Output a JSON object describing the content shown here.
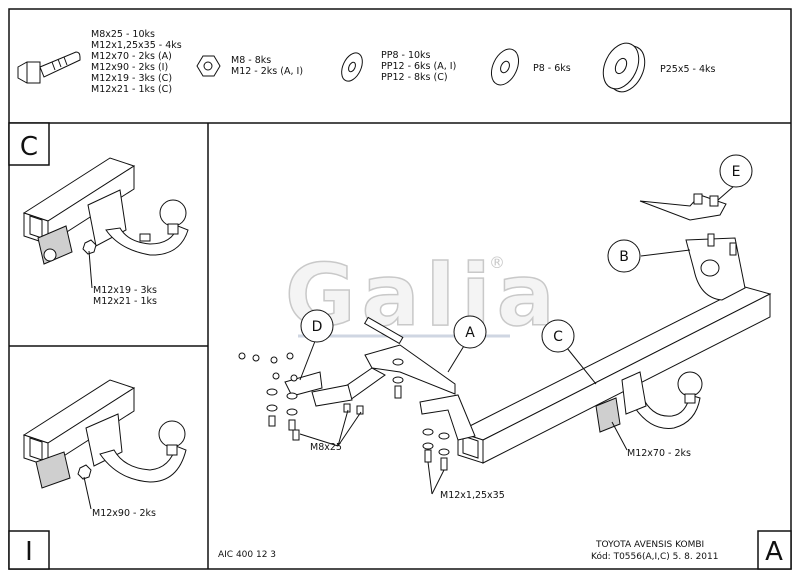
{
  "parts": {
    "bolt": [
      "M8x25 - 10ks",
      "M12x1,25x35 - 4ks",
      "M12x70 - 2ks (A)",
      "M12x90 - 2ks (I)",
      "M12x19 - 3ks (C)",
      "M12x21 - 1ks (C)"
    ],
    "nut": [
      "M8 - 8ks",
      "M12 - 2ks (A, I)"
    ],
    "washer_pp": [
      "PP8 - 10ks",
      "PP12 - 6ks (A, I)",
      "PP12 - 8ks (C)"
    ],
    "washer_p8": "P8 - 6ks",
    "washer_p25": "P25x5 - 4ks"
  },
  "panels": {
    "c": {
      "letter": "C",
      "labels": [
        "M12x19 - 3ks",
        "M12x21 - 1ks"
      ]
    },
    "i": {
      "letter": "I",
      "labels": [
        "M12x90 - 2ks"
      ]
    }
  },
  "main": {
    "letter": "A",
    "callouts": {
      "a": "A",
      "b": "B",
      "c": "C",
      "d": "D",
      "e": "E"
    },
    "labels": {
      "m8": "M8x25",
      "m12x35": "M12x1,25x35",
      "m12x70": "M12x70 - 2ks"
    },
    "logo": "Galia",
    "registered": "®"
  },
  "footer": {
    "code": "AIC 400 12 3",
    "vehicle": "TOYOTA AVENSIS KOMBI",
    "kod": "Kód: T0556(A,I,C)  5. 8. 2011"
  }
}
